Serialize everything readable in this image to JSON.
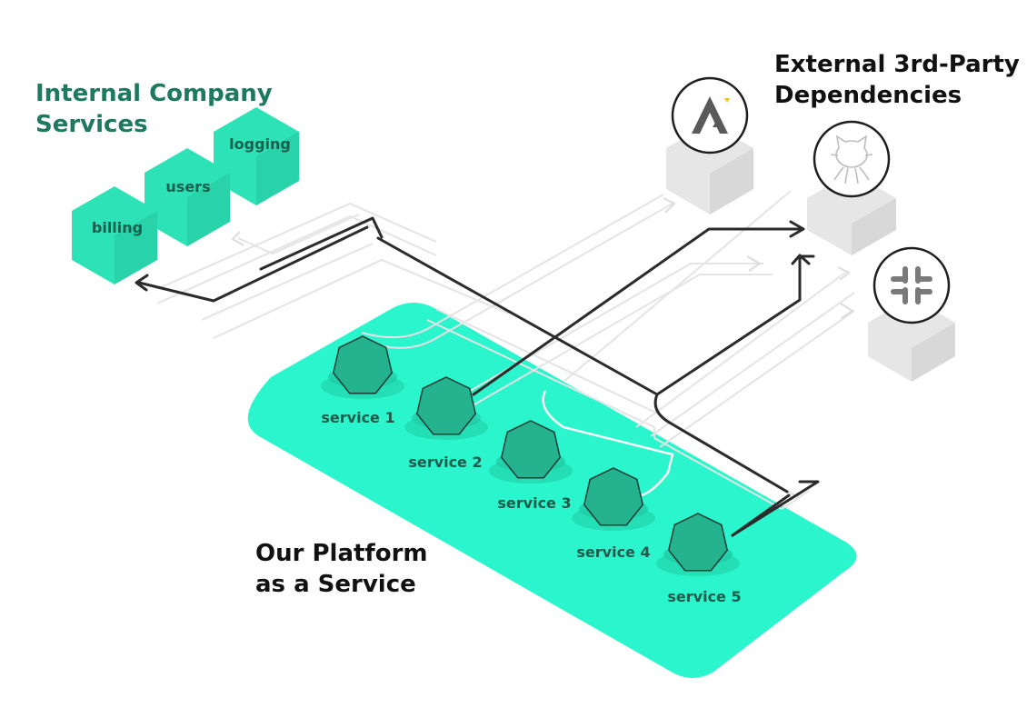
{
  "titles": {
    "internal": {
      "line1": "Internal Company",
      "line2": "Services"
    },
    "external": {
      "line1": "External 3rd-Party",
      "line2": "Dependencies"
    },
    "platform": {
      "line1": "Our Platform",
      "line2": "as a Service"
    }
  },
  "internal_services": [
    "billing",
    "users",
    "logging"
  ],
  "platform_services": [
    "service 1",
    "service 2",
    "service 3",
    "service 4",
    "service 5"
  ],
  "external_dependencies": [
    {
      "icon": "delta-logo-icon"
    },
    {
      "icon": "github-octocat-icon"
    },
    {
      "icon": "slack-icon"
    }
  ],
  "colors": {
    "platform": "#2af5cc",
    "internal_cube": "#2de2b6",
    "service_node": "#24b38e",
    "title_green": "#1e7a5f",
    "connection": "#2b2b2b",
    "external_cube": "#e6e6e6"
  }
}
